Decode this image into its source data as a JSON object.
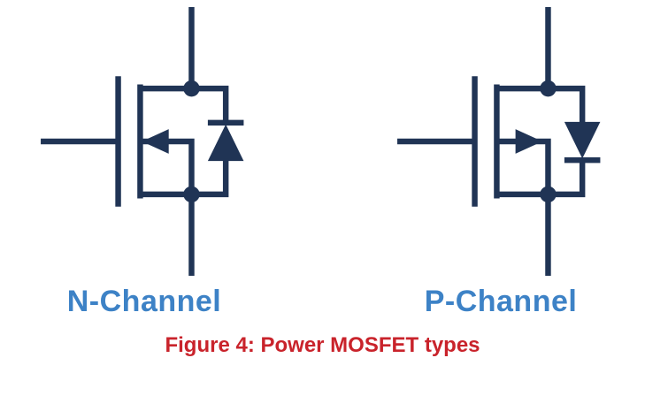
{
  "figure": {
    "symbols": [
      {
        "id": "n-channel",
        "label": "N-Channel"
      },
      {
        "id": "p-channel",
        "label": "P-Channel"
      }
    ],
    "caption": "Figure 4: Power MOSFET types"
  },
  "colors": {
    "symbol": "#203455",
    "label": "#3d82c6",
    "caption": "#c9232b",
    "background": "#ffffff"
  }
}
